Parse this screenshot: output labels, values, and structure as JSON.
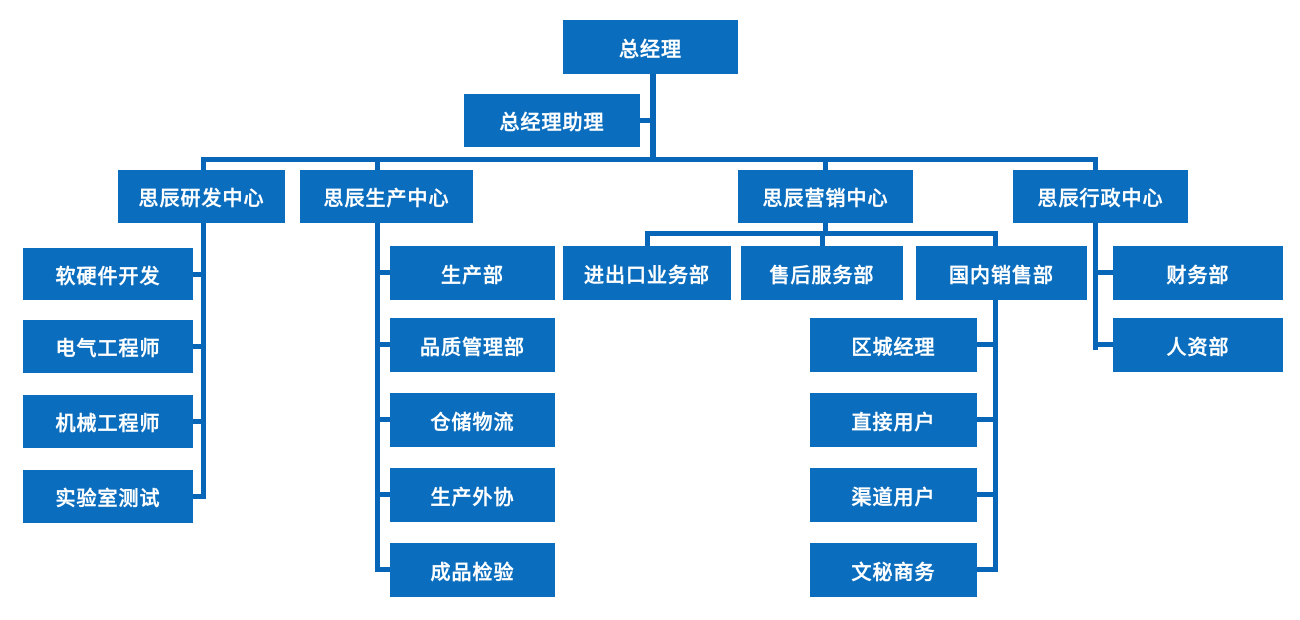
{
  "colors": {
    "box_fill": "#0a6dbe",
    "line": "#0866b8",
    "box_text": "#ffffff",
    "background": "#ffffff"
  },
  "org": {
    "root": {
      "label": "总经理"
    },
    "assistant": {
      "label": "总经理助理"
    },
    "centers": [
      {
        "label": "思辰研发中心",
        "children": [
          {
            "label": "软硬件开发"
          },
          {
            "label": "电气工程师"
          },
          {
            "label": "机械工程师"
          },
          {
            "label": "实验室测试"
          }
        ]
      },
      {
        "label": "思辰生产中心",
        "children": [
          {
            "label": "生产部"
          },
          {
            "label": "品质管理部"
          },
          {
            "label": "仓储物流"
          },
          {
            "label": "生产外协"
          },
          {
            "label": "成品检验"
          }
        ]
      },
      {
        "label": "思辰营销中心",
        "children": [
          {
            "label": "进出口业务部"
          },
          {
            "label": "售后服务部"
          },
          {
            "label": "国内销售部",
            "children": [
              {
                "label": "区城经理"
              },
              {
                "label": "直接用户"
              },
              {
                "label": "渠道用户"
              },
              {
                "label": "文秘商务"
              }
            ]
          }
        ]
      },
      {
        "label": "思辰行政中心",
        "children": [
          {
            "label": "财务部"
          },
          {
            "label": "人资部"
          }
        ]
      }
    ]
  }
}
